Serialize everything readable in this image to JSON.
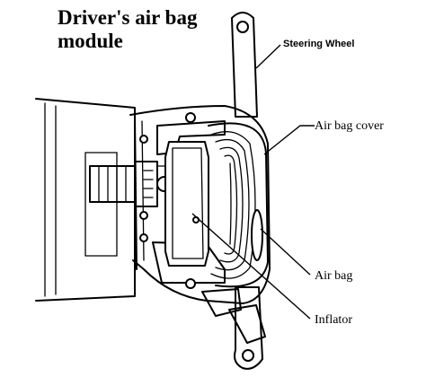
{
  "title": {
    "line1": "Driver's air bag",
    "line2": "module"
  },
  "labels": {
    "steering_wheel": "Steering Wheel",
    "air_bag_cover": "Air bag cover",
    "air_bag": "Air bag",
    "inflator": "Inflator"
  }
}
